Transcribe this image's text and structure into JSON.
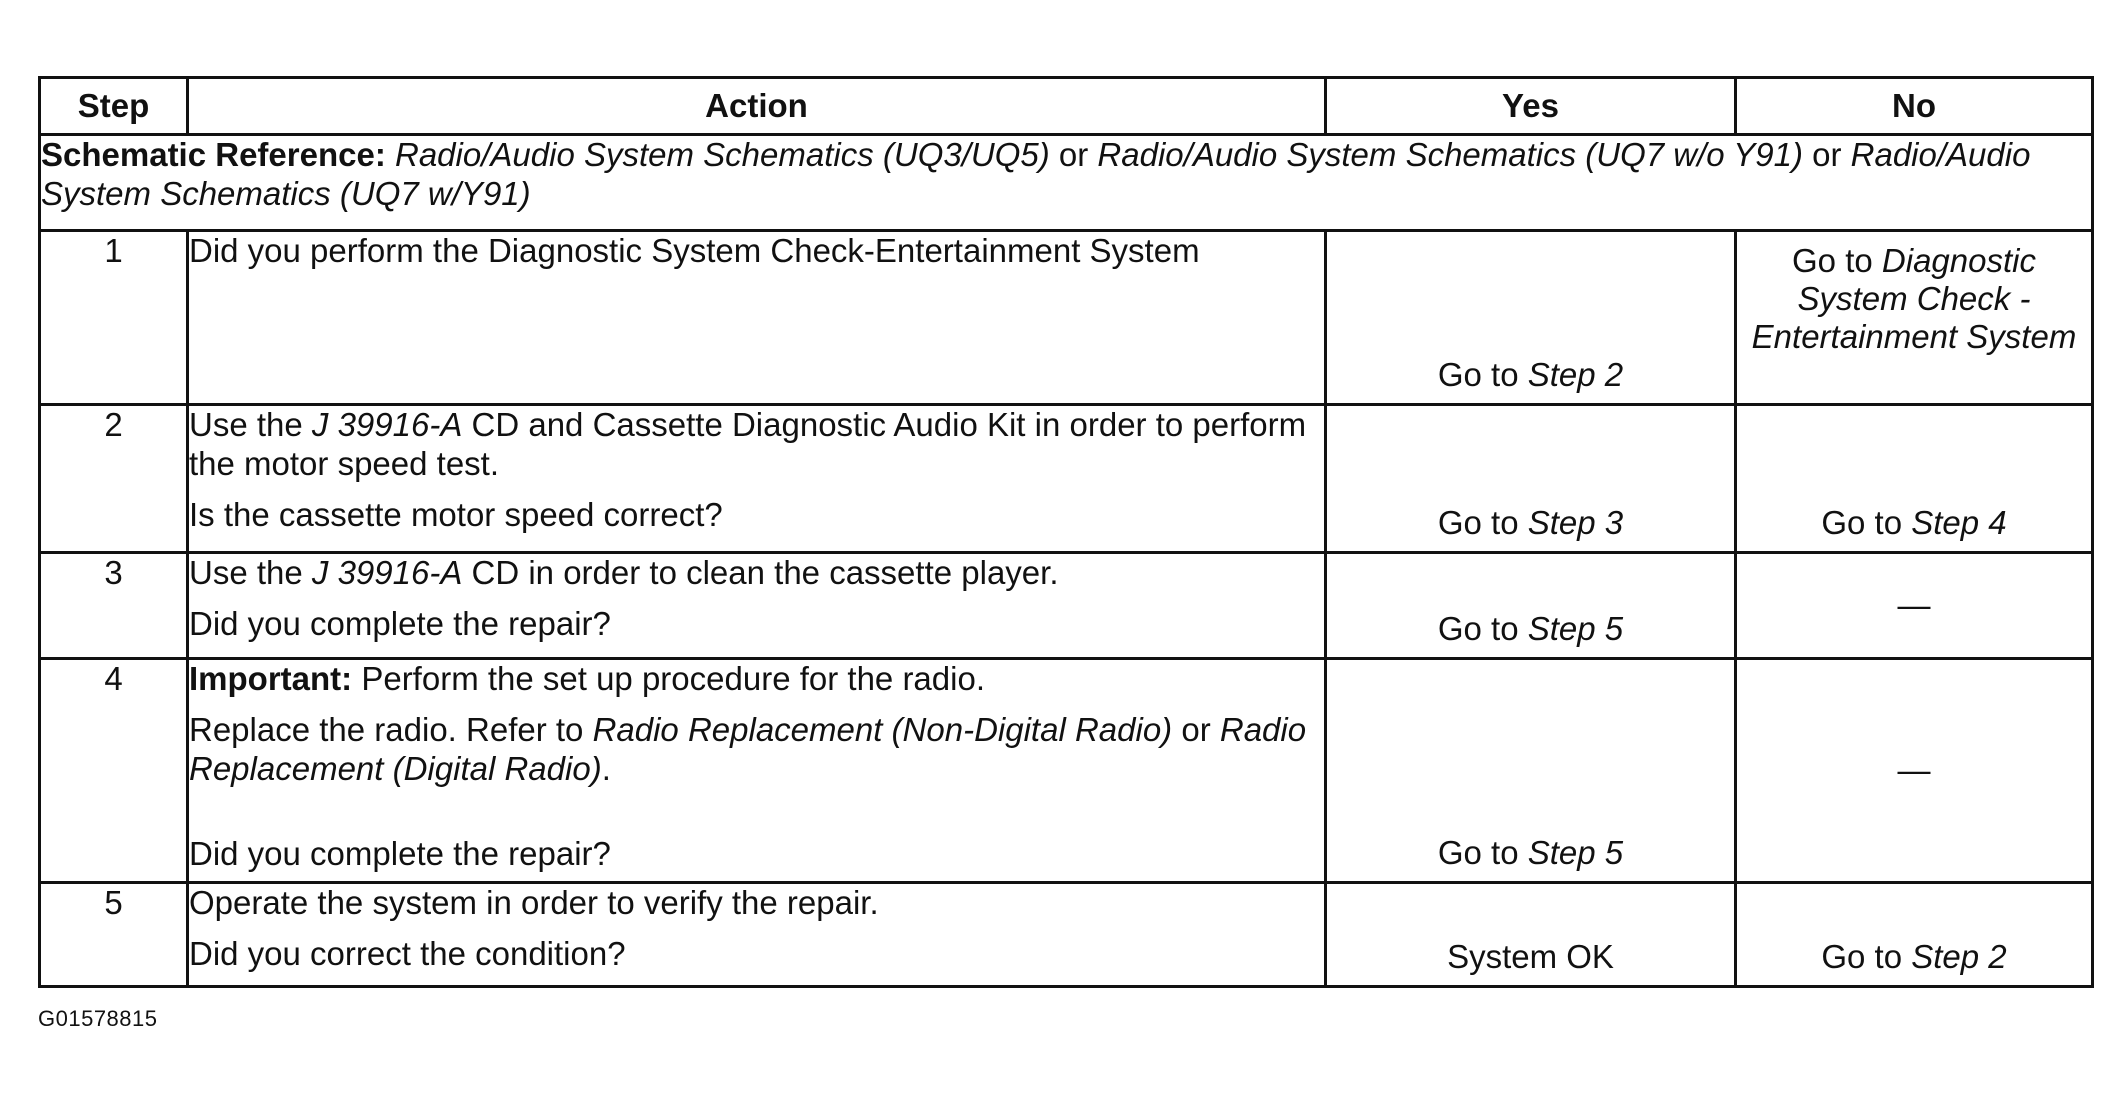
{
  "headers": {
    "step": "Step",
    "action": "Action",
    "yes": "Yes",
    "no": "No"
  },
  "reference": {
    "label": "Schematic Reference:",
    "link1": "Radio/Audio System Schematics (UQ3/UQ5)",
    "or1": " or ",
    "link2": "Radio/Audio System Schematics (UQ7 w/o Y91)",
    "or2": " or ",
    "link3": "Radio/Audio System Schematics (UQ7 w/Y91)"
  },
  "rows": {
    "r1": {
      "step": "1",
      "action": "Did you perform the Diagnostic System Check-Entertainment System",
      "yes_prefix": "Go to ",
      "yes_link": "Step 2",
      "no_prefix": "Go to ",
      "no_link": "Diagnostic System Check - Entertainment System"
    },
    "r2": {
      "step": "2",
      "action_a": "Use the ",
      "action_tool": "J 39916-A",
      "action_b": " CD and Cassette Diagnostic Audio Kit in order to perform the motor speed test.",
      "question": "Is the cassette motor speed correct?",
      "yes_prefix": "Go to ",
      "yes_link": "Step 3",
      "no_prefix": "Go to ",
      "no_link": "Step 4"
    },
    "r3": {
      "step": "3",
      "action_a": "Use the ",
      "action_tool": "J 39916-A",
      "action_b": " CD in order to clean the cassette player.",
      "question": "Did you complete the repair?",
      "yes_prefix": "Go to ",
      "yes_link": "Step 5",
      "no": "—"
    },
    "r4": {
      "step": "4",
      "important_label": "Important:",
      "important_text": " Perform the set up procedure for the radio.",
      "replace_a": "Replace the radio. Refer to ",
      "replace_link1": "Radio Replacement (Non-Digital Radio)",
      "replace_or": " or ",
      "replace_link2": "Radio Replacement (Digital Radio)",
      "replace_end": ".",
      "question": "Did you complete the repair?",
      "yes_prefix": "Go to ",
      "yes_link": "Step 5",
      "no": "—"
    },
    "r5": {
      "step": "5",
      "action": "Operate the system in order to verify the repair.",
      "question": "Did you correct the condition?",
      "yes": "System OK",
      "no_prefix": "Go to ",
      "no_link": "Step 2"
    }
  },
  "figure_id": "G01578815"
}
